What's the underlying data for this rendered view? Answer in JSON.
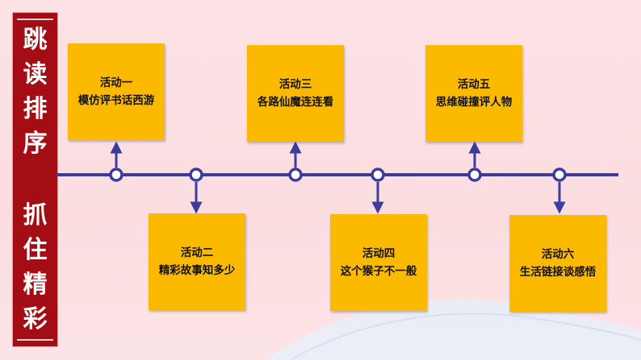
{
  "sidebar": {
    "top_title": "跳读排序",
    "bottom_title": "抓住精彩"
  },
  "activities": [
    {
      "head": "活动一",
      "body": "模仿评书话西游"
    },
    {
      "head": "活动二",
      "body": "精彩故事知多少"
    },
    {
      "head": "活动三",
      "body": "各路仙魔连连看"
    },
    {
      "head": "活动四",
      "body": "这个猴子不一般"
    },
    {
      "head": "活动五",
      "body": "思维碰撞评人物"
    },
    {
      "head": "活动六",
      "body": "生活链接谈感悟"
    }
  ],
  "colors": {
    "banner": "#a30d13",
    "timeline": "#3c3ba0",
    "card": "#fbba00",
    "background": "#fde3e6"
  }
}
